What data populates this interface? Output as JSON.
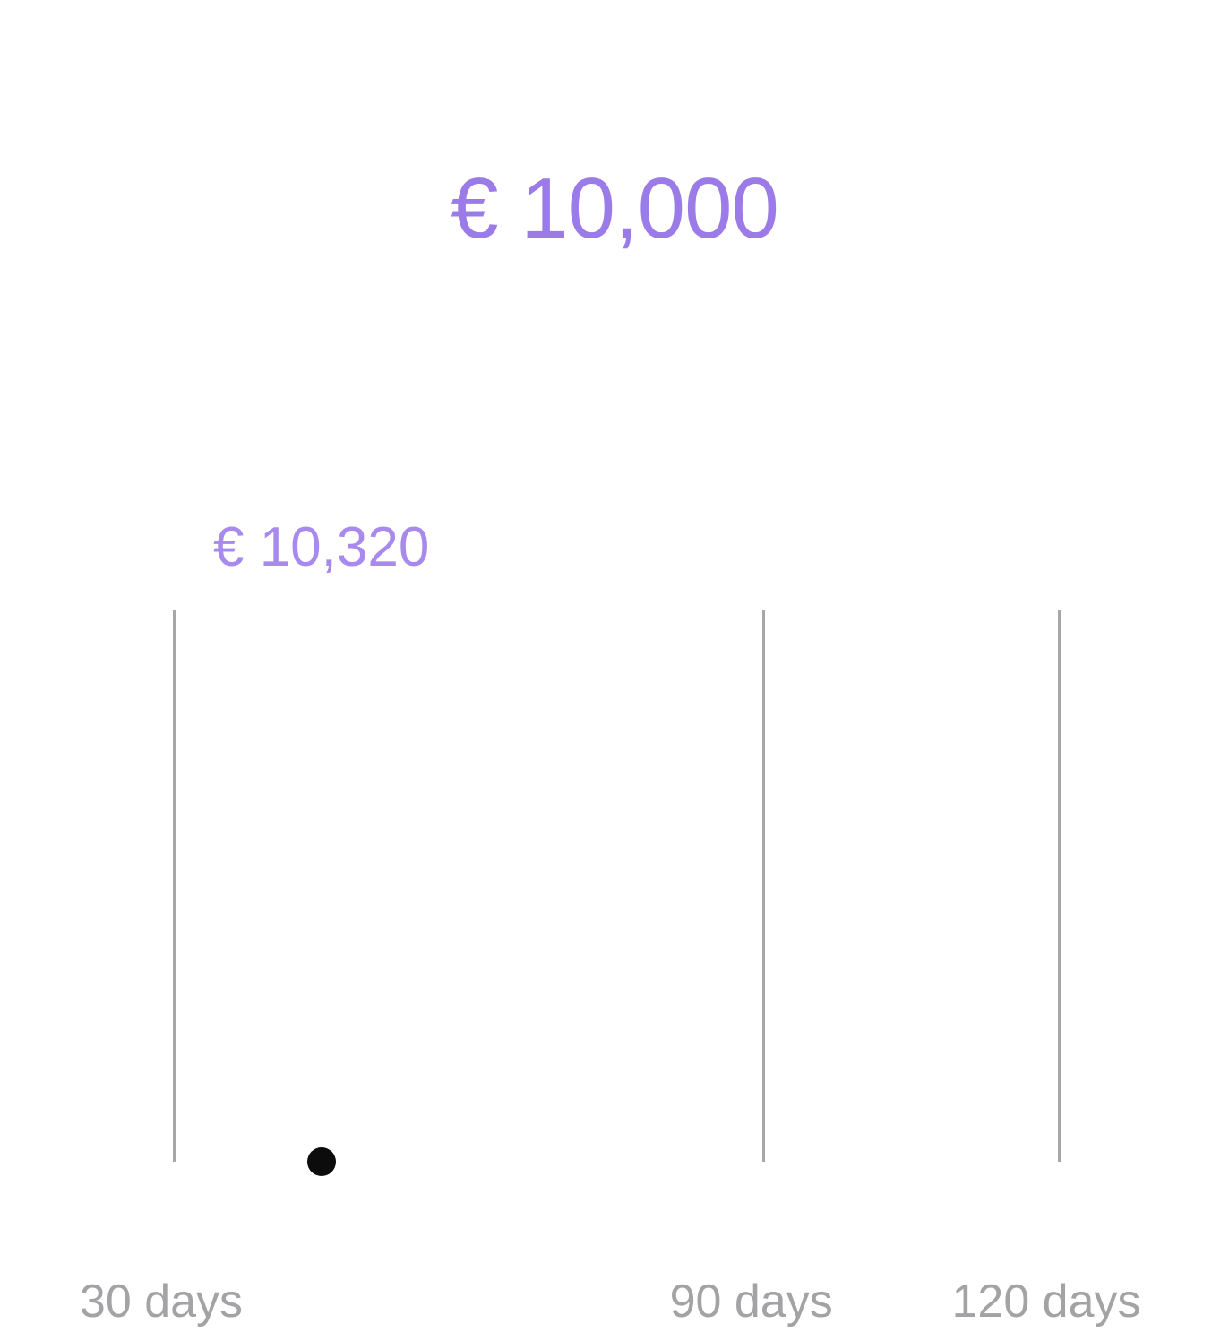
{
  "investment": {
    "amount_text": "€ 10,000"
  },
  "projection": {
    "value_text": "€ 10,320"
  },
  "period_slider": {
    "min_days": 30,
    "max_days": 120,
    "selected_days": 45,
    "ticks": [
      {
        "days": 30,
        "label": "30 days"
      },
      {
        "days": 90,
        "label": "90 days"
      },
      {
        "days": 120,
        "label": "120 days"
      }
    ]
  },
  "colors": {
    "accent": "#9b7be8",
    "projection": "#a88aee",
    "tick": "#a7a7a9",
    "tick_label": "#a3a3a5",
    "thumb": "#0c0c0c"
  }
}
